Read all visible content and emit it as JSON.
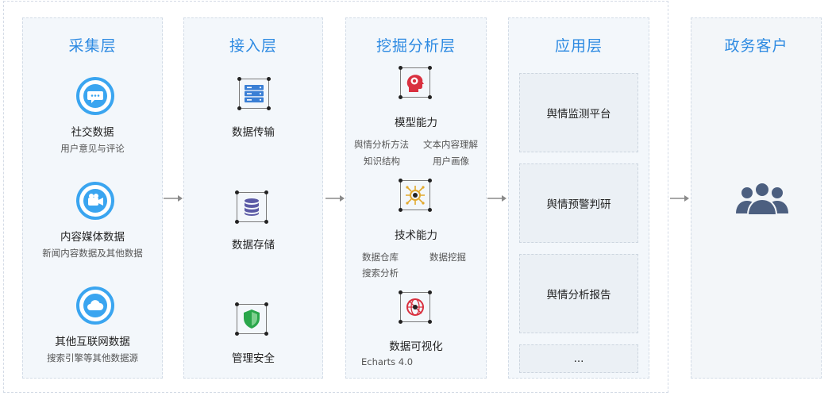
{
  "columns": {
    "collect": {
      "title": "采集层",
      "items": [
        {
          "label": "社交数据",
          "sub": "用户意见与评论",
          "icon": "chat-bubble-icon"
        },
        {
          "label": "内容媒体数据",
          "sub": "新闻内容数据及其他数据",
          "icon": "video-camera-icon"
        },
        {
          "label": "其他互联网数据",
          "sub": "搜索引擎等其他数据源",
          "icon": "cloud-icon"
        }
      ]
    },
    "access": {
      "title": "接入层",
      "items": [
        {
          "label": "数据传输",
          "icon": "server-icon"
        },
        {
          "label": "数据存储",
          "icon": "database-icon"
        },
        {
          "label": "管理安全",
          "icon": "shield-icon"
        }
      ]
    },
    "mining": {
      "title": "挖掘分析层",
      "model": {
        "label": "模型能力",
        "icon": "brain-head-icon",
        "tags": [
          "舆情分析方法",
          "文本内容理解",
          "知识结构",
          "用户画像"
        ]
      },
      "tech": {
        "label": "技术能力",
        "icon": "circuit-icon",
        "tags": [
          "数据仓库",
          "数据挖掘",
          "搜索分析"
        ]
      },
      "visual": {
        "label": "数据可视化",
        "icon": "crosshair-globe-icon",
        "tags": [
          "Echarts 4.0"
        ]
      }
    },
    "app": {
      "title": "应用层",
      "items": [
        "舆情监测平台",
        "舆情预警判研",
        "舆情分析报告",
        "..."
      ]
    },
    "gov": {
      "title": "政务客户",
      "icon": "users-group-icon"
    }
  },
  "colors": {
    "accent": "#2d8ae2",
    "icon_blue": "#3aa5f0",
    "server_blue": "#3a7fd5",
    "db_purple": "#5b5aa6",
    "shield_green": "#2aa64b",
    "brain_red": "#d9303f",
    "circuit_gold": "#e2a82c",
    "users_navy": "#4c5f80"
  }
}
